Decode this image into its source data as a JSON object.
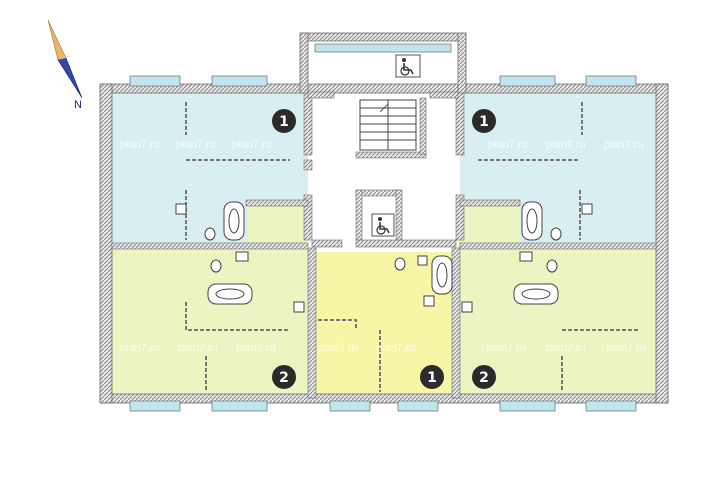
{
  "compass": {
    "label": "N"
  },
  "watermark": {
    "text": "plan7.ru"
  },
  "apartments": [
    {
      "number": "1",
      "zone": "north-west",
      "fill": "#d9eef1"
    },
    {
      "number": "1",
      "zone": "north-east",
      "fill": "#d9eef1"
    },
    {
      "number": "2",
      "zone": "south-west",
      "fill": "#eaf5c2"
    },
    {
      "number": "1",
      "zone": "south-center",
      "fill": "#f6f6a6"
    },
    {
      "number": "2",
      "zone": "south-east",
      "fill": "#eaf5c2"
    }
  ],
  "colors": {
    "wall": "#8a8a8a",
    "wall_hatch": "#b5b5b5",
    "window": "#bfe6ee",
    "badge": "#2b2b2b",
    "fixture": "#ffffff"
  },
  "icons": [
    "compass-icon",
    "wheelchair-icon",
    "bathtub-icon",
    "toilet-icon",
    "sink-icon",
    "stair-icon"
  ]
}
